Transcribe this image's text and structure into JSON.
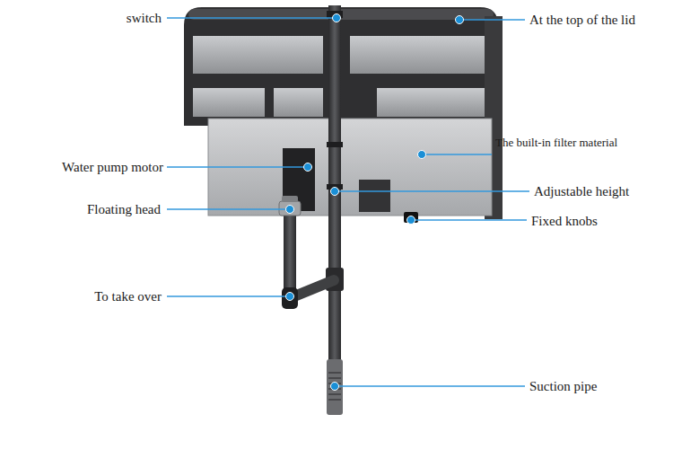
{
  "diagram": {
    "labels": [
      "switch",
      "At the top of the lid",
      "Water pump motor",
      "The built-in filter material",
      "Floating head",
      "Adjustable height",
      "Fixed knobs",
      "To take over",
      "Suction pipe"
    ]
  }
}
